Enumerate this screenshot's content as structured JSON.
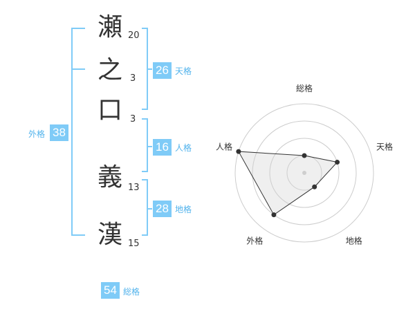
{
  "name": {
    "chars": [
      {
        "char": "瀬",
        "strokes": "20"
      },
      {
        "char": "之",
        "strokes": "3"
      },
      {
        "char": "口",
        "strokes": "3"
      },
      {
        "char": "義",
        "strokes": "13"
      },
      {
        "char": "漢",
        "strokes": "15"
      }
    ]
  },
  "fortune": {
    "tenkaku": {
      "value": "26",
      "label": "天格"
    },
    "jinkaku": {
      "value": "16",
      "label": "人格"
    },
    "chikaku": {
      "value": "28",
      "label": "地格"
    },
    "gaikaku": {
      "value": "38",
      "label": "外格"
    },
    "soukaku": {
      "value": "54",
      "label": "総格"
    }
  },
  "colors": {
    "accent": "#7fcbf7",
    "label": "#52b3ec",
    "bracket": "#7fcbf7",
    "text": "#333333"
  },
  "chart_data": {
    "type": "radar",
    "axes": [
      "総格",
      "天格",
      "地格",
      "外格",
      "人格"
    ],
    "values": [
      1,
      2,
      1,
      3,
      4
    ],
    "rmax": 4,
    "grid_levels": 4,
    "legend": "none"
  }
}
